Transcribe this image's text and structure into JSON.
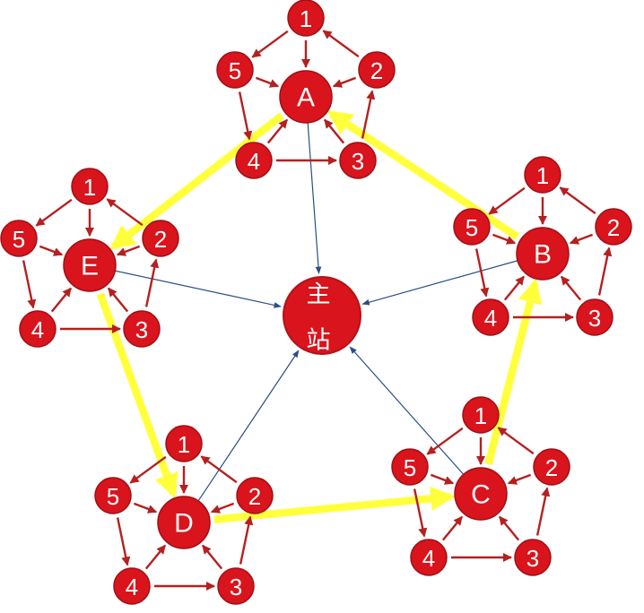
{
  "colors": {
    "node_fill": "#d9141c",
    "node_stroke": "#9e1016",
    "local_arrow": "#b52020",
    "ring_arrow": "#ffff3c",
    "hub_link": "#2b4e84",
    "background": "#ffffff"
  },
  "hub": {
    "line1": "主",
    "line2": "站"
  },
  "clusters": [
    {
      "id": "A",
      "label": "A",
      "members": [
        "1",
        "2",
        "3",
        "4",
        "5"
      ]
    },
    {
      "id": "B",
      "label": "B",
      "members": [
        "1",
        "2",
        "3",
        "4",
        "5"
      ]
    },
    {
      "id": "C",
      "label": "C",
      "members": [
        "1",
        "2",
        "3",
        "4",
        "5"
      ]
    },
    {
      "id": "D",
      "label": "D",
      "members": [
        "1",
        "2",
        "3",
        "4",
        "5"
      ]
    },
    {
      "id": "E",
      "label": "E",
      "members": [
        "1",
        "2",
        "3",
        "4",
        "5"
      ]
    }
  ],
  "ring_order": [
    "B",
    "A",
    "E",
    "D",
    "C",
    "B"
  ],
  "links_to_hub": [
    "A",
    "B",
    "C",
    "D",
    "E"
  ]
}
